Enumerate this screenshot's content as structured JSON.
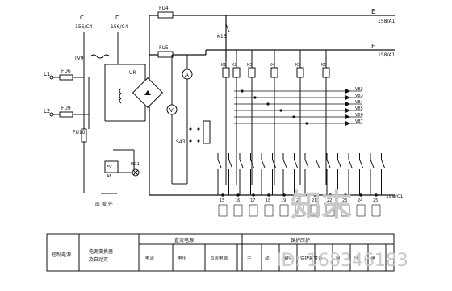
{
  "lines": {
    "c_top": "C",
    "c_ref": "156/C4",
    "d_top": "D",
    "d_ref": "156/C4",
    "e_bus": "E",
    "e_ref": "158/A1",
    "f_bus": "F",
    "f_ref": "158/A1",
    "bottom_ref": "158/C1",
    "l1": "L1",
    "l2": "L2"
  },
  "components": {
    "tv": "TV9",
    "fu6": "FU6",
    "fu9": "FU9",
    "fu10": "FU10",
    "fu4": "FU4",
    "fu5": "FU5",
    "ur": "UR",
    "k13": "K13",
    "ev": "EV",
    "ev_sub": "AF",
    "hg1": "HG1",
    "s43": "S43",
    "v": "V",
    "a": "A",
    "base_label": "底 板 外"
  },
  "relays": [
    "K1",
    "K2",
    "K3",
    "K4",
    "K5",
    "K6"
  ],
  "diodes": [
    "V82",
    "V83",
    "V84",
    "V85",
    "V86",
    "V87"
  ],
  "terminals": [
    "15",
    "16",
    "17",
    "18",
    "19",
    "20",
    "21",
    "22",
    "23",
    "24",
    "25"
  ],
  "table": {
    "col1": "控制电源",
    "col2_line1": "电源变换器",
    "col2_line2": "及自动灭",
    "group_a_title": "直流电源",
    "group_a_items": [
      "电流",
      "电压",
      "直流电源"
    ],
    "group_b_title": "保护压护",
    "group_b_items": [
      "手",
      "动",
      "遥控",
      "保护装置",
      "合",
      "闸",
      "分",
      "闸"
    ]
  },
  "watermark": {
    "logo": "知末",
    "id_text": "ID: 168346183"
  }
}
